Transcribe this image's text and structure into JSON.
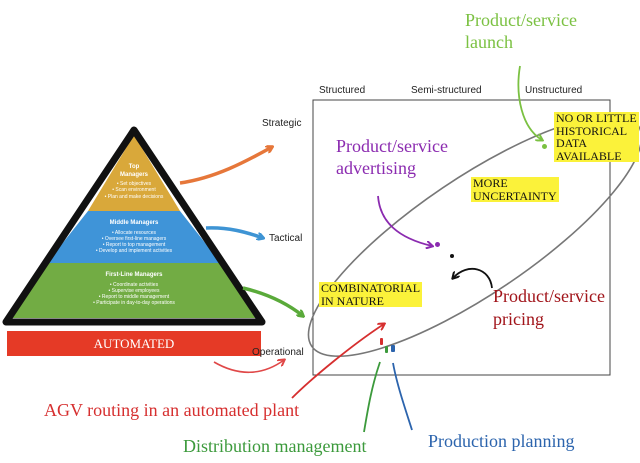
{
  "columns": [
    "Structured",
    "Semi-structured",
    "Unstructured"
  ],
  "rows": [
    "Strategic",
    "Tactical",
    "Operational"
  ],
  "pyramid": {
    "top": {
      "title": [
        "Top",
        "Managers"
      ],
      "items": [
        "• Set objectives",
        "• Scan environment",
        "• Plan and make decisions"
      ]
    },
    "middle": {
      "title": [
        "Middle Managers"
      ],
      "items": [
        "• Allocate resources",
        "• Oversee first-line managers",
        "• Report to top management",
        "• Develop and implement activities"
      ]
    },
    "bottom": {
      "title": [
        "First-Line Managers"
      ],
      "items": [
        "• Coordinate activities",
        "• Supervise employees",
        "• Report to middle management",
        "• Participate in day-to-day operations"
      ]
    },
    "base_label": "AUTOMATED"
  },
  "annotations": {
    "launch": [
      "Product/service",
      "launch"
    ],
    "advertising": [
      "Product/service",
      "advertising"
    ],
    "pricing": [
      "Product/service",
      "pricing"
    ],
    "agv": "AGV routing in an automated plant",
    "distribution": "Distribution management",
    "production": "Production planning"
  },
  "highlights": {
    "historical": [
      "NO OR LITTLE",
      "HISTORICAL",
      "DATA",
      "AVAILABLE"
    ],
    "uncertainty": [
      "MORE",
      "UNCERTAINTY"
    ],
    "combinatorial": [
      "COMBINATORIAL",
      "IN NATURE"
    ]
  },
  "colors": {
    "top_tier": "#d9a83a",
    "middle_tier": "#3f94d8",
    "bottom_tier": "#72ac44",
    "base": "#e53a26",
    "launch": "#7bc142",
    "advertising": "#8b2bb0",
    "pricing": "#a1141a",
    "agv": "#d62f2f",
    "distribution": "#3c9a3c",
    "production": "#2c64ad",
    "highlight": "#fbf23a"
  }
}
